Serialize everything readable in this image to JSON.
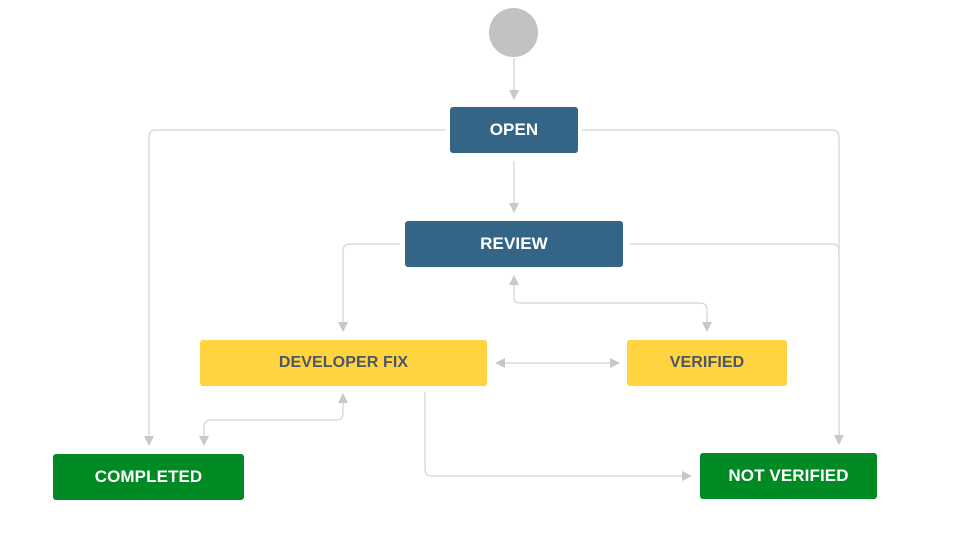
{
  "diagram": {
    "start": {
      "label": ""
    },
    "nodes": {
      "open": {
        "label": "OPEN",
        "color": "#346587",
        "status": "to-do"
      },
      "review": {
        "label": "REVIEW",
        "color": "#346587",
        "status": "to-do"
      },
      "developer_fix": {
        "label": "DEVELOPER FIX",
        "color": "#ffd440",
        "status": "in-progress"
      },
      "verified": {
        "label": "VERIFIED",
        "color": "#ffd440",
        "status": "in-progress"
      },
      "completed": {
        "label": "COMPLETED",
        "color": "#008a23",
        "status": "done"
      },
      "not_verified": {
        "label": "NOT VERIFIED",
        "color": "#008a23",
        "status": "done"
      }
    },
    "transitions": [
      {
        "from": "start",
        "to": "open"
      },
      {
        "from": "open",
        "to": "review"
      },
      {
        "from": "open",
        "to": "completed"
      },
      {
        "from": "open",
        "to": "not_verified"
      },
      {
        "from": "review",
        "to": "developer_fix"
      },
      {
        "from": "review",
        "to": "not_verified"
      },
      {
        "from": "review",
        "to": "verified",
        "bidirectional": true
      },
      {
        "from": "developer_fix",
        "to": "verified",
        "bidirectional": true
      },
      {
        "from": "developer_fix",
        "to": "completed",
        "bidirectional": true
      },
      {
        "from": "developer_fix",
        "to": "not_verified"
      }
    ],
    "edge_color": "#cfcfcf",
    "arrow_color": "#c8c8c8"
  }
}
